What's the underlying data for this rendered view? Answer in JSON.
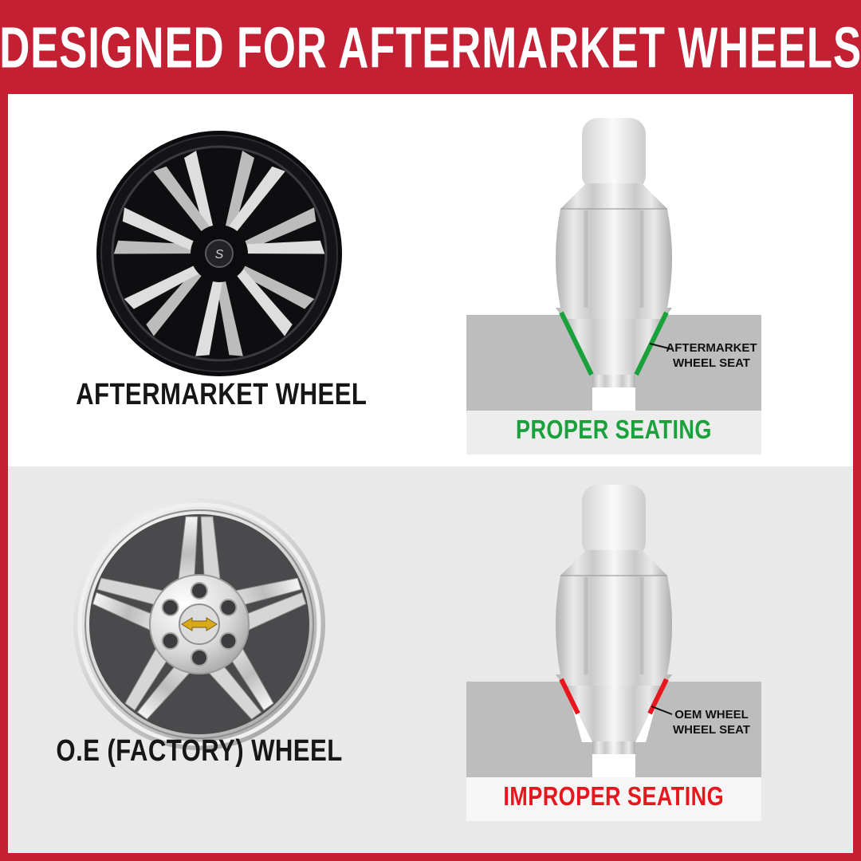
{
  "banner": {
    "title": "DESIGNED FOR AFTERMARKET WHEELS",
    "bg_color": "#c32033",
    "text_color": "#ffffff"
  },
  "rows": [
    {
      "background": "#ffffff",
      "wheel_label": "AFTERMARKET WHEEL",
      "center_cap_logo": "S",
      "seat_note_line1": "AFTERMARKET",
      "seat_note_line2": "WHEEL SEAT",
      "seating_label": "PROPER SEATING",
      "seating_color": "#1ba13b",
      "contact_color": "#1ba13b"
    },
    {
      "background": "#e9e9e9",
      "wheel_label": "O.E (FACTORY) WHEEL",
      "seat_note_line1": "OEM WHEEL",
      "seat_note_line2": "WHEEL SEAT",
      "seating_label": "IMPROPER SEATING",
      "seating_color": "#e8171e",
      "contact_color": "#e8171e"
    }
  ]
}
